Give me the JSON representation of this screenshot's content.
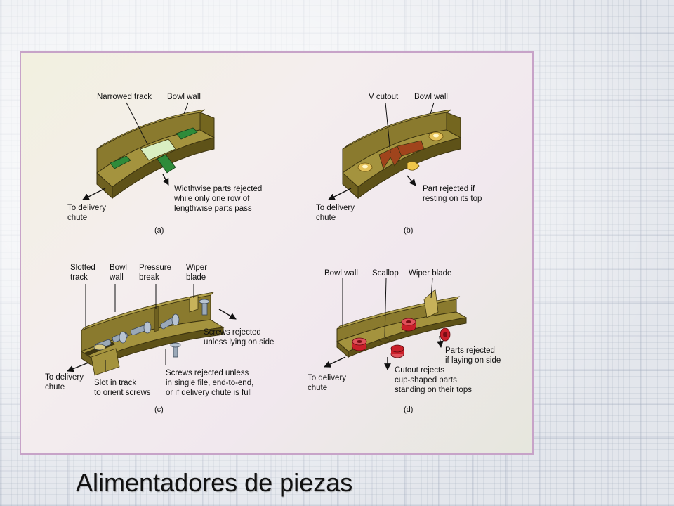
{
  "title": "Alimentadores de piezas",
  "panels": {
    "a": {
      "caption": "(a)",
      "labels": {
        "narrowed_track": "Narrowed track",
        "bowl_wall": "Bowl wall",
        "rejected": [
          "Widthwise parts rejected",
          "while only one row of",
          "lengthwise parts pass"
        ],
        "delivery": [
          "To delivery",
          "chute"
        ]
      }
    },
    "b": {
      "caption": "(b)",
      "labels": {
        "v_cutout": "V cutout",
        "bowl_wall": "Bowl wall",
        "rejected": [
          "Part rejected if",
          "resting on its top"
        ],
        "delivery": [
          "To delivery",
          "chute"
        ]
      }
    },
    "c": {
      "caption": "(c)",
      "labels": {
        "slotted_track": [
          "Slotted",
          "track"
        ],
        "bowl_wall": [
          "Bowl",
          "wall"
        ],
        "pressure_break": [
          "Pressure",
          "break"
        ],
        "wiper_blade": [
          "Wiper",
          "blade"
        ],
        "screws_side": [
          "Screws rejected",
          "unless lying on side"
        ],
        "screws_file": [
          "Screws rejected unless",
          "in single file, end-to-end,",
          "or if delivery chute is full"
        ],
        "slot": [
          "Slot in track",
          "to orient screws"
        ],
        "delivery": [
          "To delivery",
          "chute"
        ]
      }
    },
    "d": {
      "caption": "(d)",
      "labels": {
        "bowl_wall": "Bowl wall",
        "scallop": "Scallop",
        "wiper_blade": "Wiper blade",
        "parts_side": [
          "Parts rejected",
          "if laying on side"
        ],
        "cutout": [
          "Cutout rejects",
          "cup-shaped parts",
          "standing on their tops"
        ],
        "delivery": [
          "To delivery",
          "chute"
        ]
      }
    }
  },
  "colors": {
    "wall": "#8a7a2e",
    "wall_dark": "#5e5218",
    "track_green": "#2e8b3a",
    "cutout_red": "#a0441c",
    "part_red": "#c9202a",
    "screw": "#9aa8b8"
  }
}
